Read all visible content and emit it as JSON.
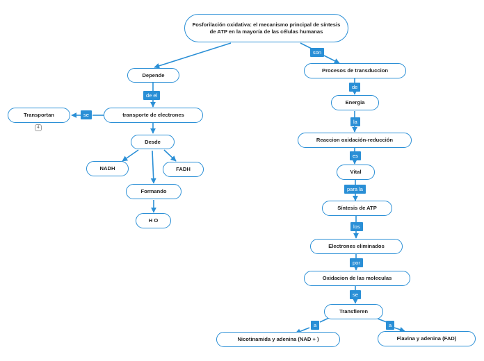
{
  "colors": {
    "accent": "#2a8fd6",
    "text": "#222222",
    "background": "#ffffff"
  },
  "root": "Fosforilación oxidativa: el mecanismo principal de síntesis de ATP en la mayoría de las células humanas",
  "nodes": {
    "depende": "Depende",
    "transporte": "transporte de electrones",
    "transportan": "Transportan",
    "transportan_badge": "4",
    "desde": "Desde",
    "nadh": "NADH",
    "fadh": "FADH",
    "formando": "Formando",
    "h2o": "H O",
    "procesos": "Procesos de transduccion",
    "energia": "Energia",
    "reaccion": "Reaccion oxidación-reducción",
    "vital": "Vital",
    "sintesis": "Síntesis de ATP",
    "electrones": "Electrones eliminados",
    "oxidacion": "Oxidacion de las moleculas",
    "transfieren": "Transfieren",
    "nad": "Nicotinamida y adenina (NAD + )",
    "fad": "Flavina y adenina (FAD)"
  },
  "links": {
    "son": "son",
    "de_el": "de el",
    "se_left": "se",
    "de": "de",
    "la": "la",
    "es": "es",
    "para_la": "para la",
    "los": "los",
    "por": "por",
    "se": "se",
    "a_left": "a",
    "a_right": "a"
  }
}
